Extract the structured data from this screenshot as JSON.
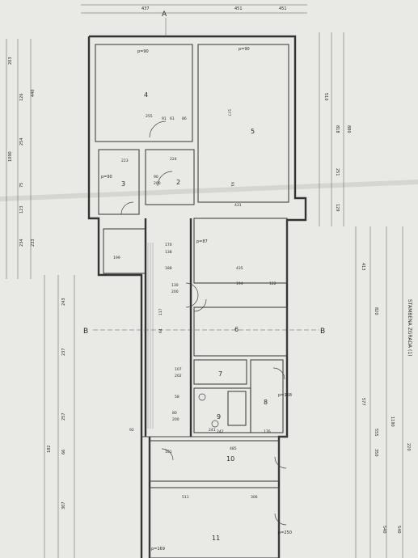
{
  "colors": {
    "paper": "#e9e9e6",
    "line": "#333333"
  },
  "rooms": [
    {
      "num": "4",
      "area": "p=90"
    },
    {
      "num": "5",
      "area": "p=90"
    },
    {
      "num": "3",
      "area": "p=90"
    },
    {
      "num": "2",
      "area": ""
    },
    {
      "num": "6",
      "area": "p=87"
    },
    {
      "num": "7",
      "area": ""
    },
    {
      "num": "8",
      "area": "p=168"
    },
    {
      "num": "9",
      "area": ""
    },
    {
      "num": "10",
      "area": "p=250"
    },
    {
      "num": "11",
      "area": "p=169"
    }
  ],
  "section_marks": {
    "a": "A",
    "b": "B"
  },
  "side_title": "STAMBENA ZGRADA (1)",
  "dimensions": {
    "top": [
      "437",
      "451",
      "451"
    ],
    "left": [
      "203",
      "126",
      "440",
      "1090",
      "254",
      "75",
      "123",
      "234",
      "233",
      "243",
      "237",
      "257",
      "182",
      "307",
      "66"
    ],
    "right": [
      "510",
      "818",
      "880",
      "251",
      "129",
      "413",
      "1190",
      "577",
      "555",
      "350",
      "820",
      "540",
      "220",
      "540"
    ],
    "interior": [
      "255",
      "577",
      "91",
      "223",
      "224",
      "431",
      "194",
      "122",
      "435",
      "170",
      "138",
      "130",
      "200",
      "241",
      "242",
      "176",
      "485",
      "511",
      "306",
      "188",
      "199",
      "92",
      "117",
      "64",
      "107",
      "202",
      "58",
      "80",
      "200",
      "101",
      "91",
      "61",
      "86",
      "90",
      "200"
    ]
  }
}
